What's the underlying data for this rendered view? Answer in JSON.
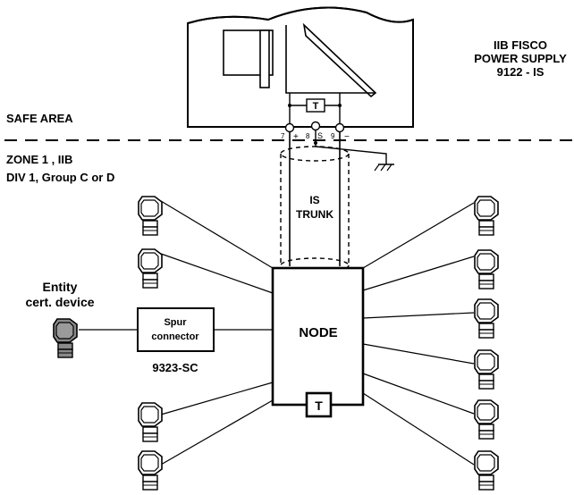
{
  "power_supply": {
    "label_line1": "IIB FISCO",
    "label_line2": "POWER SUPPLY",
    "label_line3": "9122 - IS",
    "terminator": "T",
    "terminals": {
      "t7": "7",
      "plus": "+",
      "t8": "8",
      "s": "S",
      "t9": "9",
      "minus": "−"
    }
  },
  "areas": {
    "safe": "SAFE AREA",
    "zone_line1": "ZONE 1 , IIB",
    "zone_line2": "DIV 1,  Group C or D"
  },
  "trunk": {
    "line1": "IS",
    "line2": "TRUNK"
  },
  "node": {
    "label": "NODE",
    "terminator": "T"
  },
  "spur": {
    "line1": "Spur",
    "line2": "connector",
    "model": "9323-SC"
  },
  "entity_device": {
    "line1": "Entity",
    "line2": "cert. device"
  }
}
